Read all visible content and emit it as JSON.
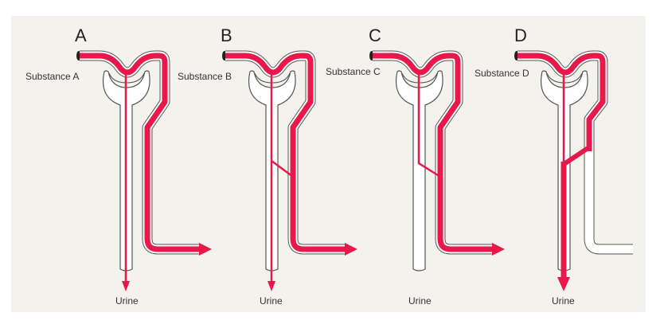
{
  "panels": [
    {
      "letter": "A",
      "substance": "Substance A",
      "output": "Urine",
      "mode": "A"
    },
    {
      "letter": "B",
      "substance": "Substance B",
      "output": "Urine",
      "mode": "B"
    },
    {
      "letter": "C",
      "substance": "Substance C",
      "output": "Urine",
      "mode": "C"
    },
    {
      "letter": "D",
      "substance": "Substance D",
      "output": "Urine",
      "mode": "D"
    }
  ],
  "colors": {
    "blood": "#e8194a",
    "outline": "#555555",
    "background": "#f4f2ed"
  }
}
